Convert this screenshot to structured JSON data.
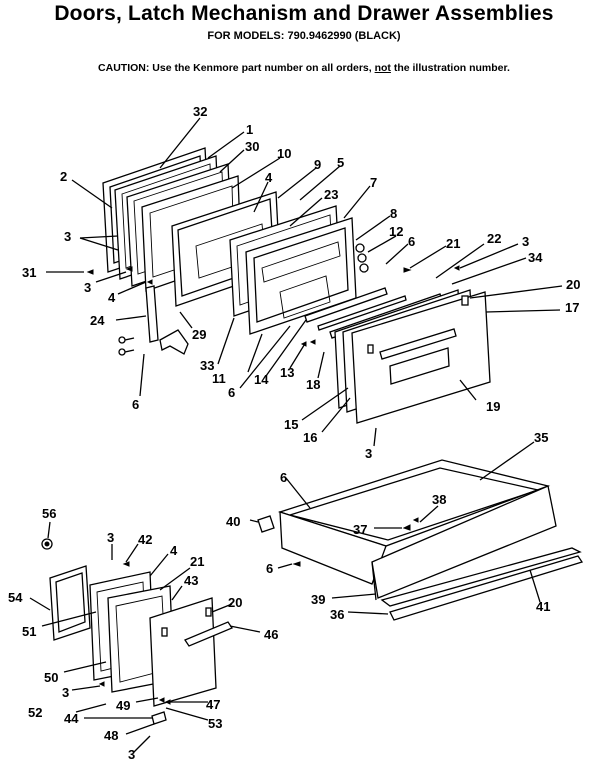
{
  "header": {
    "title": "Doors, Latch Mechanism and Drawer Assemblies",
    "models": "FOR MODELS: 790.9462990  (BLACK)",
    "caution_prefix": "CAUTION:  Use the Kenmore part number on all orders, ",
    "caution_not": "not",
    "caution_suffix": " the illustration number."
  },
  "callouts": [
    "32",
    "1",
    "30",
    "10",
    "2",
    "9",
    "5",
    "4",
    "23",
    "7",
    "3",
    "8",
    "12",
    "6",
    "21",
    "22",
    "3",
    "31",
    "3",
    "4",
    "34",
    "20",
    "24",
    "17",
    "29",
    "33",
    "11",
    "6",
    "14",
    "13",
    "18",
    "6",
    "19",
    "15",
    "16",
    "3",
    "35",
    "6",
    "38",
    "56",
    "40",
    "37",
    "3",
    "42",
    "4",
    "21",
    "6",
    "43",
    "54",
    "39",
    "20",
    "41",
    "36",
    "46",
    "51",
    "50",
    "3",
    "49",
    "47",
    "52",
    "44",
    "53",
    "48",
    "3"
  ]
}
